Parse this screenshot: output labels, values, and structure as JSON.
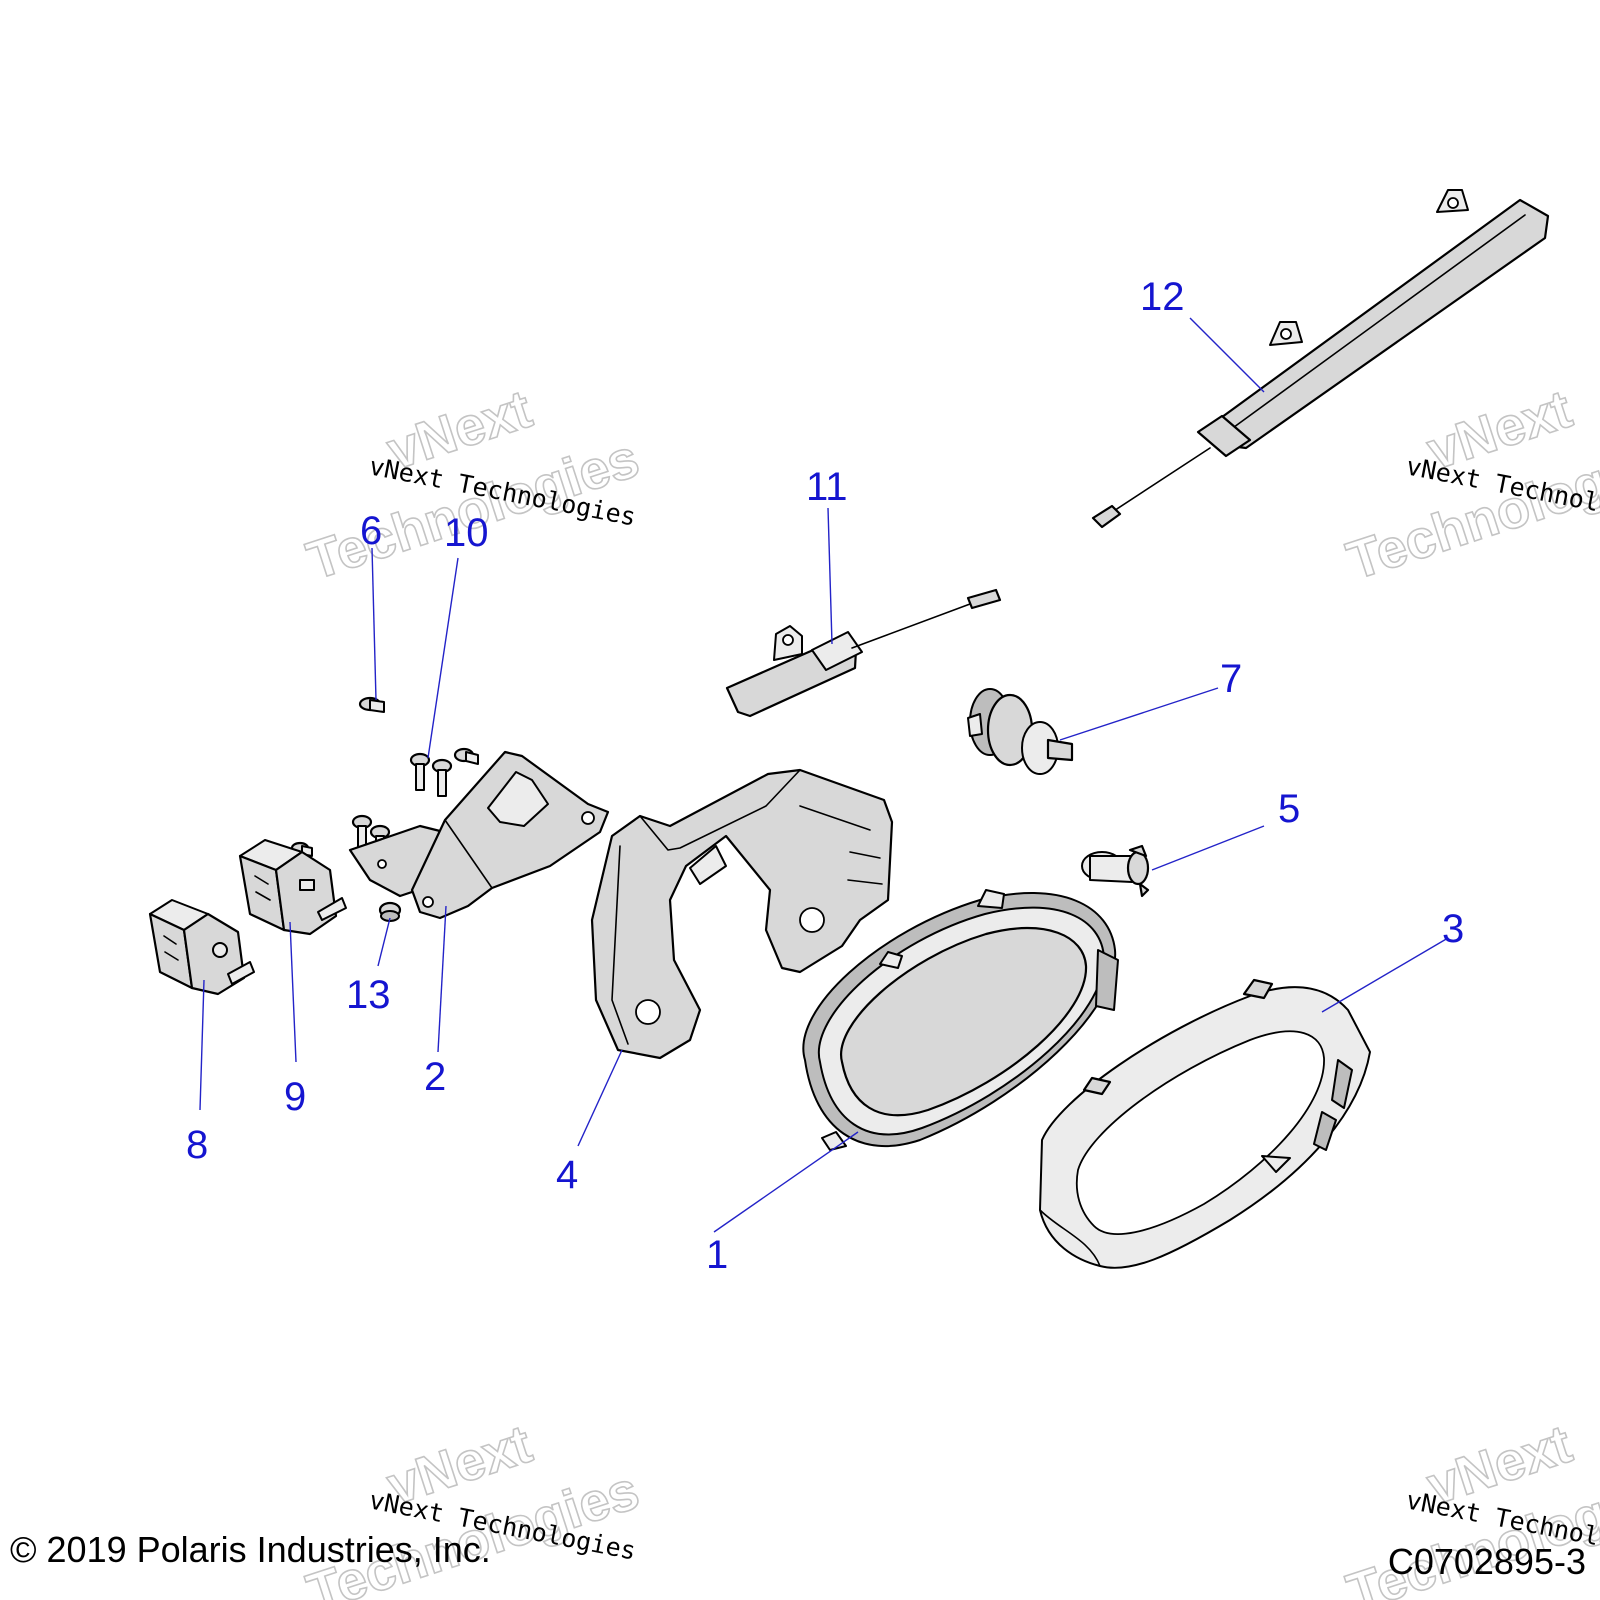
{
  "watermark": {
    "line_small": "vNext Technologies",
    "line_big_1": "vNext",
    "line_big_2": "Technologies"
  },
  "footer": {
    "copyright": "© 2019 Polaris Industries, Inc.",
    "drawing_number": "C0702895-3"
  },
  "callouts": {
    "c1": "1",
    "c2": "2",
    "c3": "3",
    "c4": "4",
    "c5": "5",
    "c6": "6",
    "c7": "7",
    "c8": "8",
    "c9": "9",
    "c10": "10",
    "c11": "11",
    "c12": "12",
    "c13": "13"
  },
  "colors": {
    "callout": "#1515d0",
    "leader": "#2323c8",
    "part_fill": "#d8d8d8"
  }
}
